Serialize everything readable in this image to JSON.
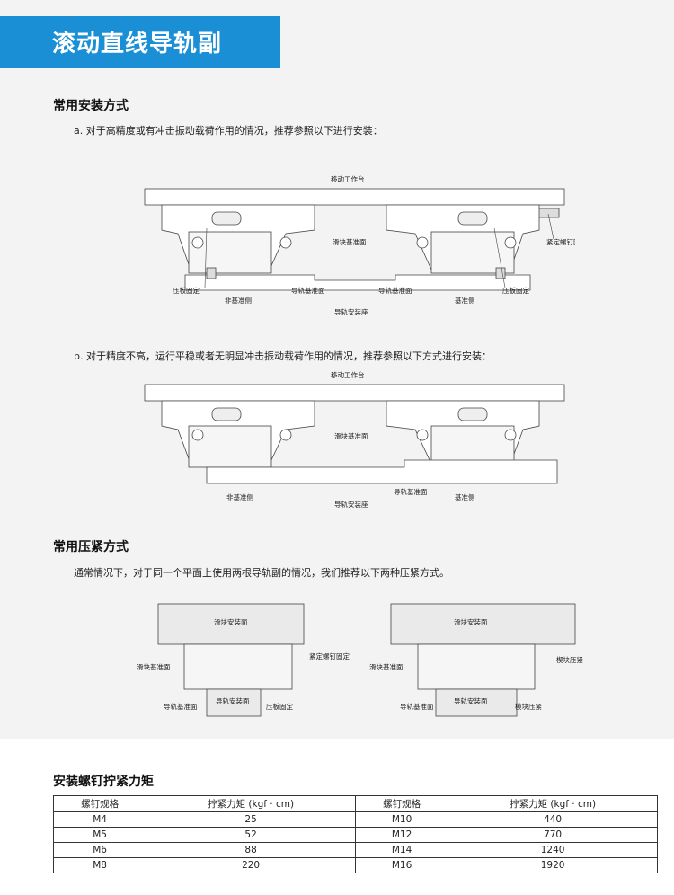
{
  "banner": {
    "title": "滚动直线导轨副"
  },
  "install": {
    "heading": "常用安装方式",
    "case_a": "a. 对于高精度或有冲击振动载荷作用的情况，推荐参照以下进行安装：",
    "case_b": "b. 对于精度不高，运行平稳或者无明显冲击振动载荷作用的情况，推荐参照以下方式进行安装：",
    "fig_a": {
      "table": "移动工作台",
      "block_ref": "滑块基准面",
      "screw_fix": "紧定螺钉固定",
      "plate_left": "压板固定",
      "plate_right": "压板固定",
      "rail_ref_left": "导轨基准面",
      "rail_ref_right": "导轨基准面",
      "non_ref_side": "非基准侧",
      "ref_side": "基准侧",
      "seat": "导轨安装座"
    },
    "fig_b": {
      "table": "移动工作台",
      "block_ref": "滑块基准面",
      "rail_ref": "导轨基准面",
      "non_ref_side": "非基准侧",
      "ref_side": "基准侧",
      "seat": "导轨安装座"
    }
  },
  "clamp": {
    "heading": "常用压紧方式",
    "desc": "通常情况下，对于同一个平面上使用两根导轨副的情况，我们推荐以下两种压紧方式。",
    "fig_left": {
      "block_face": "滑块安装面",
      "block_ref": "滑块基准面",
      "screw_fix": "紧定螺钉固定",
      "rail_ref": "导轨基准面",
      "rail_face": "导轨安装面",
      "plate": "压板固定"
    },
    "fig_right": {
      "block_face": "滑块安装面",
      "block_ref": "滑块基准面",
      "wedge_block": "楔块压紧",
      "rail_ref": "导轨基准面",
      "rail_face": "导轨安装面",
      "block_press": "模块压紧"
    }
  },
  "torque": {
    "heading": "安装螺钉拧紧力矩",
    "headers": [
      "螺钉规格",
      "拧紧力矩 (kgf · cm)",
      "螺钉规格",
      "拧紧力矩 (kgf · cm)"
    ],
    "rows": [
      [
        "M4",
        "25",
        "M10",
        "440"
      ],
      [
        "M5",
        "52",
        "M12",
        "770"
      ],
      [
        "M6",
        "88",
        "M14",
        "1240"
      ],
      [
        "M8",
        "220",
        "M16",
        "1920"
      ]
    ]
  }
}
